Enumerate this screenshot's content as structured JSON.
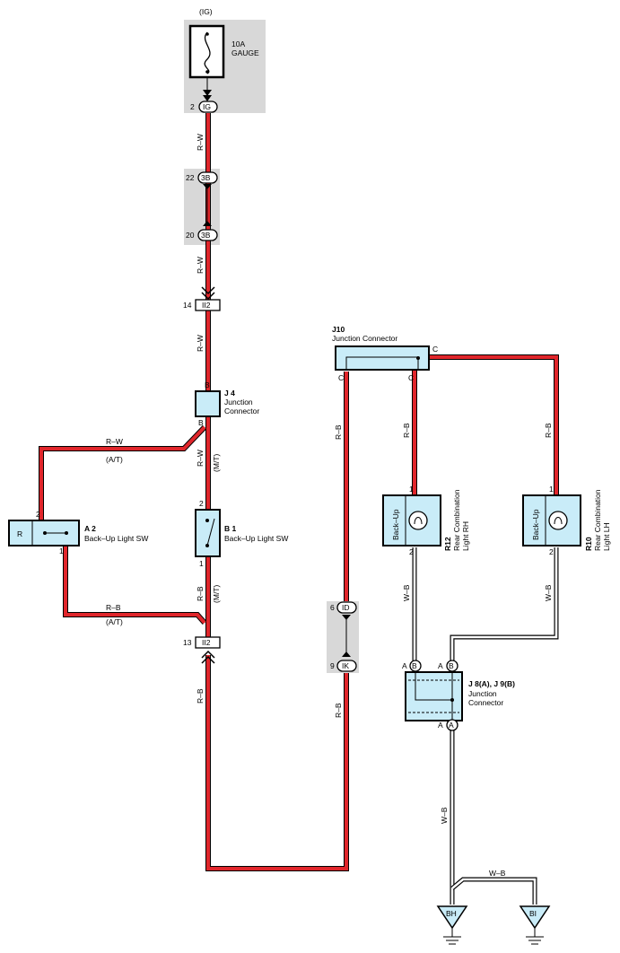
{
  "power": {
    "ig_label": "(IG)",
    "fuse_amp": "10A",
    "fuse_name": "GAUGE"
  },
  "connectors": {
    "ig_pin": "2",
    "ig_name": "IG",
    "c3b_top_pin": "22",
    "c3b_bottom_pin": "20",
    "c3b_name": "3B",
    "ii2_top_pin": "14",
    "ii2_bottom_pin": "13",
    "ii2_name": "II2",
    "id_pin": "6",
    "id_name": "ID",
    "ik_pin": "9",
    "ik_name": "IK"
  },
  "wires": {
    "rw": "R–W",
    "rb": "R–B",
    "wb": "W–B",
    "at": "(A/T)",
    "mt": "(M/T)"
  },
  "components": {
    "j4": {
      "id": "J 4",
      "line1": "Junction",
      "line2": "Connector",
      "pin": "B"
    },
    "a2": {
      "id": "A 2",
      "name": "Back–Up Light SW",
      "pin_top": "2",
      "pin_bottom": "1",
      "box_label": "R"
    },
    "b1": {
      "id": "B 1",
      "name": "Back–Up Light SW",
      "pin_top": "2",
      "pin_bottom": "1"
    },
    "j10": {
      "id": "J10",
      "name": "Junction Connector",
      "pin": "C"
    },
    "r12": {
      "id": "R12",
      "line1": "Rear Combination",
      "line2": "Light RH",
      "bulb": "Back–Up",
      "pin_top": "1",
      "pin_bottom": "2"
    },
    "r10": {
      "id": "R10",
      "line1": "Rear Combination",
      "line2": "Light LH",
      "bulb": "Back–Up",
      "pin_top": "1",
      "pin_bottom": "2"
    },
    "j8j9": {
      "id": "J 8(A), J 9(B)",
      "line1": "Junction",
      "line2": "Connector",
      "pin_a": "A",
      "pin_b": "B"
    }
  },
  "grounds": {
    "bh": "BH",
    "bi": "BI"
  }
}
